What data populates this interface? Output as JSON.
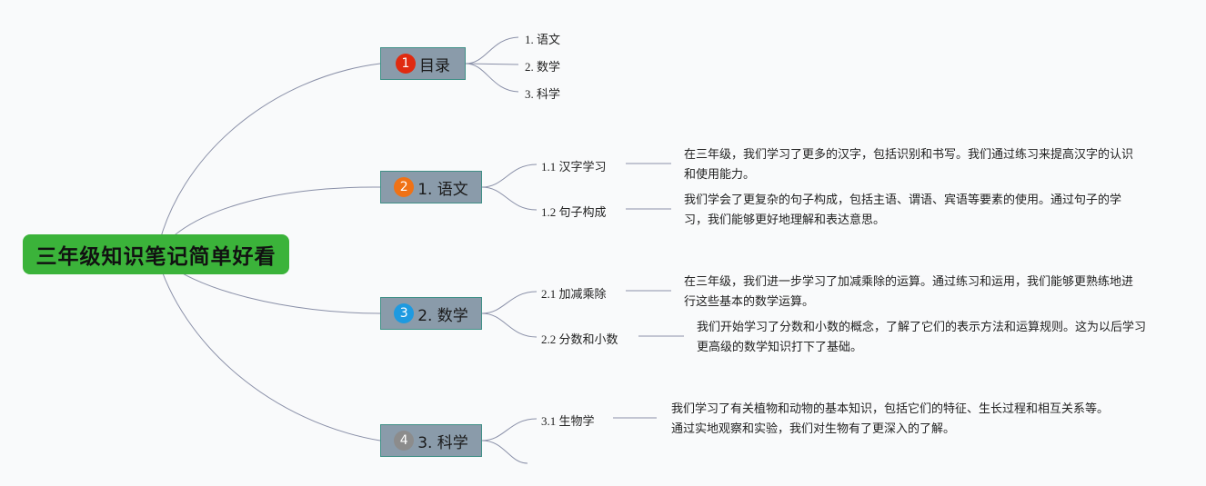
{
  "root": {
    "title": "三年级知识笔记简单好看"
  },
  "branches": [
    {
      "label": "目录",
      "marker": "1",
      "marker_color": "#e02a10",
      "children": [
        {
          "label": "1. 语文"
        },
        {
          "label": "2. 数学"
        },
        {
          "label": "3. 科学"
        }
      ]
    },
    {
      "label": "1. 语文",
      "marker": "2",
      "marker_color": "#f07216",
      "children": [
        {
          "label": "1.1 汉字学习",
          "detail": "在三年级，我们学习了更多的汉字，包括识别和书写。我们通过练习来提高汉字的认识和使用能力。"
        },
        {
          "label": "1.2 句子构成",
          "detail": "我们学会了更复杂的句子构成，包括主语、谓语、宾语等要素的使用。通过句子的学习，我们能够更好地理解和表达意思。"
        }
      ]
    },
    {
      "label": "2. 数学",
      "marker": "3",
      "marker_color": "#1e9ae0",
      "children": [
        {
          "label": "2.1 加减乘除",
          "detail": "在三年级，我们进一步学习了加减乘除的运算。通过练习和运用，我们能够更熟练地进行这些基本的数学运算。"
        },
        {
          "label": "2.2 分数和小数",
          "detail": "我们开始学习了分数和小数的概念，了解了它们的表示方法和运算规则。这为以后学习更高级的数学知识打下了基础。"
        }
      ]
    },
    {
      "label": "3. 科学",
      "marker": "4",
      "marker_color": "#8c8c8c",
      "children": [
        {
          "label": "3.1 生物学",
          "detail": "我们学习了有关植物和动物的基本知识，包括它们的特征、生长过程和相互关系等。通过实地观察和实验，我们对生物有了更深入的了解。"
        }
      ]
    }
  ],
  "colors": {
    "root": "#3bb33a",
    "branch_fill": "#8a9baa",
    "branch_border": "#3f8f86",
    "connector": "#8a90a8"
  }
}
